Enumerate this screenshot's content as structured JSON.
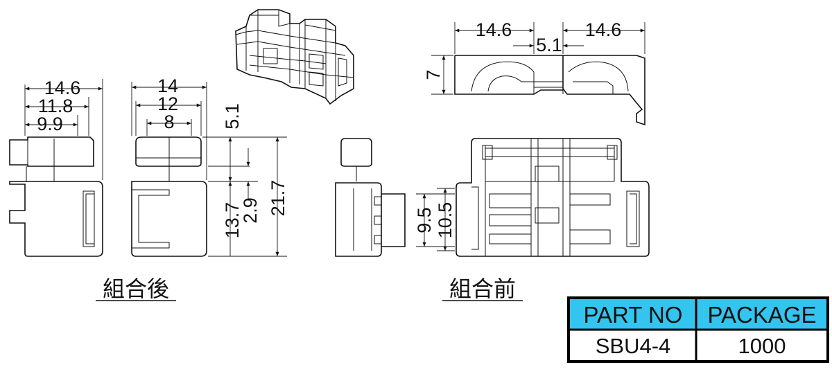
{
  "dims": {
    "after_w1": "14.6",
    "after_w2": "11.8",
    "after_w3": "9.9",
    "mid_w1": "14",
    "mid_w2": "12",
    "mid_w3": "8",
    "h_5_1": "5.1",
    "h_13_7": "13.7",
    "h_2_9": "2.9",
    "h_21_7": "21.7",
    "before_w_left": "14.6",
    "before_w_gap": "5.1",
    "before_w_right": "14.6",
    "before_h_7": "7",
    "before_h_9_5": "9.5",
    "before_h_10_5": "10.5"
  },
  "captions": {
    "after": "組合後",
    "before": "組合前"
  },
  "table": {
    "headers": [
      "PART NO",
      "PACKAGE"
    ],
    "row": [
      "SBU4-4",
      "1000"
    ],
    "header_color": "#33c5ef"
  },
  "colors": {
    "line": "#111111",
    "background": "#ffffff"
  }
}
